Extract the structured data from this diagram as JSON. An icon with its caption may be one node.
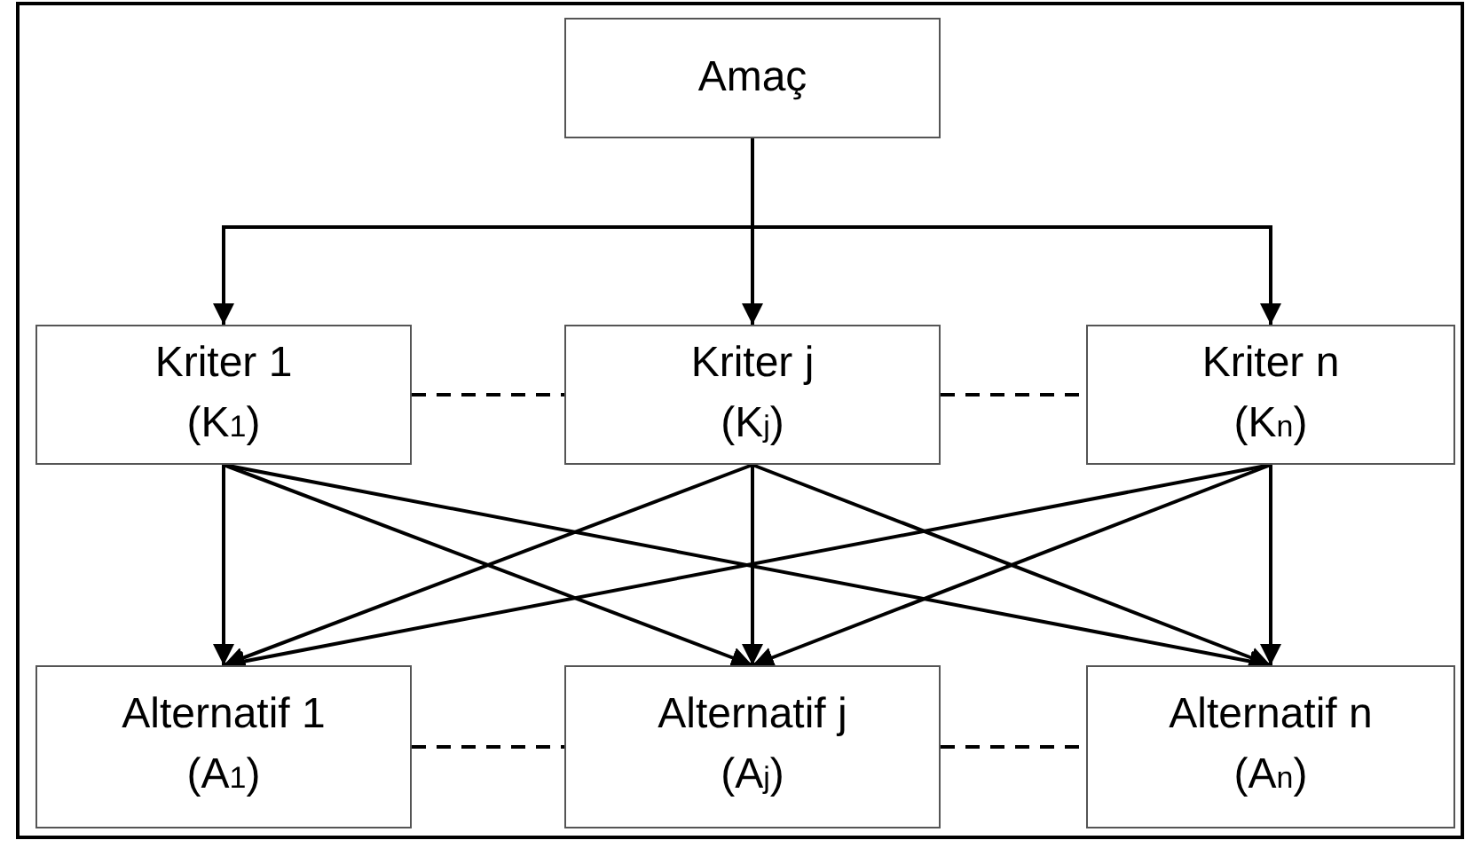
{
  "diagram": {
    "nodes": [
      {
        "text": [
          "Amaç"
        ]
      },
      {
        "text": [
          "Kriter 1",
          "(K$_{1}$)"
        ]
      },
      {
        "text": [
          "Kriter j",
          "(K$_{j}$)"
        ]
      },
      {
        "text": [
          "Kriter n",
          "(K$_{n}$)"
        ]
      },
      {
        "text": [
          "Alternatif 1",
          "(A$_{1}$)"
        ]
      },
      {
        "text": [
          "Alternatif j",
          "(A$_{j}$)"
        ]
      },
      {
        "text": [
          "Alternatif n",
          "(A$_{n}$)"
        ]
      }
    ],
    "edges": [
      {
        "from": 0,
        "to": 1,
        "arrow": "to"
      },
      {
        "from": 0,
        "to": 2,
        "arrow": "to"
      },
      {
        "from": 0,
        "to": 3,
        "arrow": "to"
      },
      {
        "from": 1,
        "to": 2,
        "arrow": "none",
        "style": "dashed"
      },
      {
        "from": 2,
        "to": 3,
        "arrow": "none",
        "style": "dashed"
      },
      {
        "from": 1,
        "to": 4,
        "arrow": "to"
      },
      {
        "from": 1,
        "to": 5,
        "arrow": "to"
      },
      {
        "from": 1,
        "to": 6,
        "arrow": "to"
      },
      {
        "from": 2,
        "to": 4,
        "arrow": "to"
      },
      {
        "from": 2,
        "to": 5,
        "arrow": "to"
      },
      {
        "from": 2,
        "to": 6,
        "arrow": "to"
      },
      {
        "from": 3,
        "to": 4,
        "arrow": "to"
      },
      {
        "from": 3,
        "to": 5,
        "arrow": "to"
      },
      {
        "from": 3,
        "to": 6,
        "arrow": "to"
      },
      {
        "from": 4,
        "to": 5,
        "arrow": "none",
        "style": "dashed"
      },
      {
        "from": 5,
        "to": 6,
        "arrow": "none",
        "style": "dashed"
      }
    ]
  }
}
